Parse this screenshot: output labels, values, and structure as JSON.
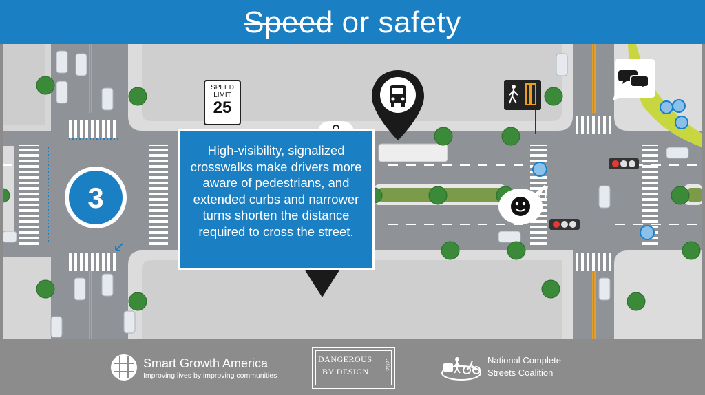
{
  "header": {
    "title_struck": "Speed",
    "title_rest": " or safety",
    "background_color": "#1b7fc4"
  },
  "map": {
    "speed_sign": {
      "line1": "SPEED",
      "line2": "LIMIT",
      "value": "25"
    },
    "step_badge": "3",
    "icons": [
      "bus-stop-pin-icon",
      "pedestrian-signal-icon",
      "chat-bubbles-icon",
      "smiley-bubble-icon",
      "traffic-light-icon",
      "tree-icon",
      "pedestrian-icon"
    ]
  },
  "info_box": {
    "text": "High-visibility, signalized crosswalks make drivers more aware of pedestrians, and extended curbs and narrower turns shorten the distance required to cross the street."
  },
  "footer": {
    "sga_name": "Smart Growth America",
    "sga_tagline": "Improving lives by improving communities",
    "dbd_line1": "DANGEROUS",
    "dbd_line2": "BY DESIGN",
    "dbd_year": "2021",
    "ncsc_line1": "National Complete",
    "ncsc_line2": "Streets Coalition"
  },
  "colors": {
    "accent_blue": "#1b7fc4",
    "road": "#8f9398",
    "sidewalk": "#dcdcdc",
    "block": "#cfcfcf",
    "tree": "#3a8a3a",
    "yellow_line": "#e0a030"
  }
}
